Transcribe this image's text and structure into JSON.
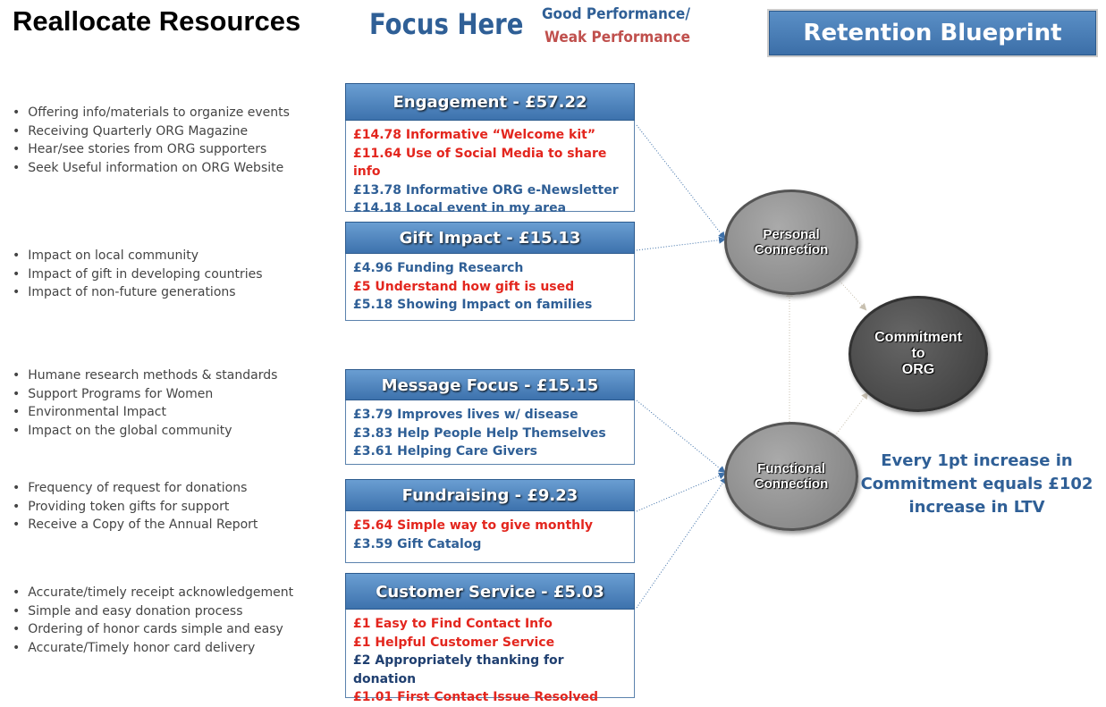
{
  "title": "Reallocate Resources",
  "focus": "Focus Here",
  "legend": {
    "good": "Good Performance/",
    "weak": "Weak Performance"
  },
  "blueprint": "Retention Blueprint",
  "bullets": [
    [
      "Offering info/materials to organize events",
      "Receiving Quarterly ORG Magazine",
      "Hear/see stories from ORG supporters",
      "Seek Useful information on ORG Website"
    ],
    [
      "Impact on local community",
      "Impact of gift in developing countries",
      "Impact of non-future generations"
    ],
    [
      "Humane research methods & standards",
      "Support Programs for Women",
      "Environmental Impact",
      "Impact on the global community"
    ],
    [
      "Frequency of request for donations",
      "Providing token gifts for support",
      "Receive a Copy of the Annual Report"
    ],
    [
      "Accurate/timely receipt acknowledgement",
      "Simple and easy donation process",
      "Ordering of honor cards simple and easy",
      "Accurate/Timely  honor card delivery"
    ]
  ],
  "boxes": [
    {
      "title": "Engagement - £57.22",
      "items": [
        {
          "t": "£14.78  Informative “Welcome kit”",
          "c": "red"
        },
        {
          "t": "£11.64  Use of Social Media to share info",
          "c": "red"
        },
        {
          "t": "£13.78  Informative ORG e-Newsletter",
          "c": "blue"
        },
        {
          "t": "£14.18  Local event in my area",
          "c": "blue"
        }
      ]
    },
    {
      "title": "Gift Impact - £15.13",
      "items": [
        {
          "t": "£4.96 Funding Research",
          "c": "blue"
        },
        {
          "t": "£5 Understand how gift is used",
          "c": "red"
        },
        {
          "t": "£5.18 Showing Impact on families",
          "c": "blue"
        }
      ]
    },
    {
      "title": "Message Focus - £15.15",
      "items": [
        {
          "t": "£3.79 Improves lives w/ disease",
          "c": "blue"
        },
        {
          "t": "£3.83 Help People Help Themselves",
          "c": "blue"
        },
        {
          "t": "£3.61 Helping Care Givers",
          "c": "blue"
        }
      ]
    },
    {
      "title": "Fundraising - £9.23",
      "items": [
        {
          "t": "£5.64  Simple way to give monthly",
          "c": "red"
        },
        {
          "t": "£3.59 Gift Catalog",
          "c": "blue"
        }
      ]
    },
    {
      "title": "Customer Service - £5.03",
      "items": [
        {
          "t": "£1 Easy to Find Contact Info",
          "c": "red"
        },
        {
          "t": "£1 Helpful Customer Service",
          "c": "red"
        },
        {
          "t": "£2 Appropriately thanking for donation",
          "c": "navy"
        },
        {
          "t": "£1.01 First Contact Issue Resolved",
          "c": "red"
        }
      ]
    }
  ],
  "nodes": {
    "personal": [
      "Personal",
      "Connection"
    ],
    "functional": [
      "Functional",
      "Connection"
    ],
    "commitment": [
      "Commitment",
      "to",
      "ORG"
    ]
  },
  "note": "Every 1pt increase in Commitment equals £102 increase in LTV"
}
